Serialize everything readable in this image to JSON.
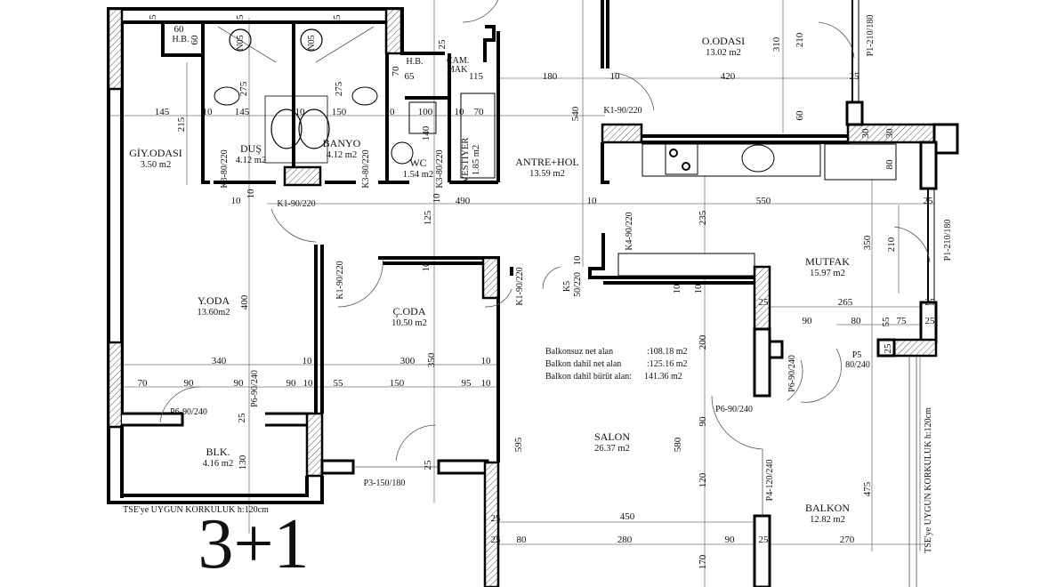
{
  "title": "3+1",
  "rooms": [
    {
      "name": "GİY.ODASI",
      "area": "3.50 m2"
    },
    {
      "name": "DUŞ",
      "area": "4.12 m2"
    },
    {
      "name": "BANYO",
      "area": "4.12 m2"
    },
    {
      "name": "WC",
      "area": "1.54 m2"
    },
    {
      "name": "ANTRE+HOL",
      "area": "13.59 m2"
    },
    {
      "name": "O.ODASI",
      "area": "13.02 m2"
    },
    {
      "name": "MUTFAK",
      "area": "15.97 m2"
    },
    {
      "name": "Y.ODA",
      "area": "13.60m2"
    },
    {
      "name": "Ç.ODA",
      "area": "10.50 m2"
    },
    {
      "name": "SALON",
      "area": "26.37 m2"
    },
    {
      "name": "BALKON",
      "area": "12.82 m2"
    },
    {
      "name": "BLK.",
      "area": "4.16 m2"
    },
    {
      "name": "VESTİYER",
      "area": "1.85 m2"
    }
  ],
  "fixtures": [
    "H.B.",
    "H.B.",
    "ÇAM.",
    "MAK",
    "N05",
    "N05"
  ],
  "notes": [
    {
      "label": "Balkonsuz net alan",
      "value": ":108.18 m2"
    },
    {
      "label": "Balkon dahil net alan",
      "value": ":125.16 m2"
    },
    {
      "label": "Balkon dahil bürüt alan:",
      "value": "141.36 m2"
    }
  ],
  "railing": [
    "TSE'ye UYGUN KORKULUK h:120cm",
    "TSE'ye UYGUN KORKULUK h:120cm"
  ],
  "doors": [
    "K1-90/220",
    "K3-80/220",
    "K3-80/220",
    "K3-80/220",
    "K1-90/220",
    "K4-90/220",
    "K5",
    "50/220",
    "K1-90/220",
    "K1-90/220",
    "P6-90/240",
    "P6-90/240",
    "P3-150/180",
    "P6-90/240",
    "P6-90/240",
    "P5",
    "80/240",
    "P4-120/240",
    "P1-210/180",
    "P1-210/180"
  ],
  "dims": [
    "25",
    "25",
    "25",
    "60",
    "60",
    "275",
    "275",
    "145",
    "145",
    "150",
    "10",
    "10",
    "10",
    "100",
    "10",
    "70",
    "215",
    "70",
    "65",
    "115",
    "25",
    "180",
    "10",
    "420",
    "25",
    "310",
    "210",
    "540",
    "60",
    "30",
    "30",
    "80",
    "10",
    "490",
    "10",
    "550",
    "25",
    "235",
    "140",
    "10",
    "10",
    "125",
    "10",
    "10",
    "10",
    "10",
    "350",
    "210",
    "400",
    "340",
    "10",
    "300",
    "350",
    "10",
    "70",
    "90",
    "90",
    "90",
    "10",
    "55",
    "150",
    "95",
    "10",
    "25",
    "130",
    "25",
    "265",
    "90",
    "80",
    "55",
    "75",
    "25",
    "25",
    "25",
    "25",
    "200",
    "90",
    "120",
    "580",
    "595",
    "475",
    "450",
    "80",
    "280",
    "90",
    "25",
    "270",
    "170",
    "25",
    "25"
  ]
}
